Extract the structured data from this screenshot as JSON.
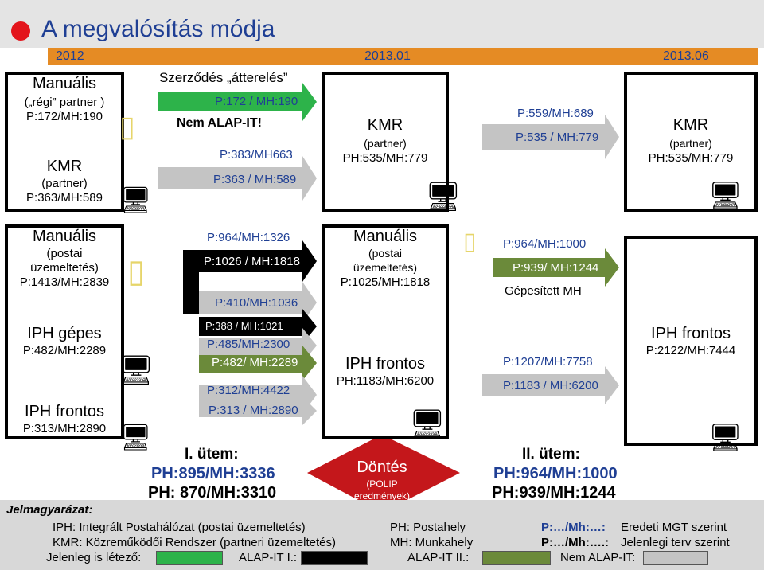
{
  "title": "A megvalósítás módja",
  "years": {
    "y2012": "2012",
    "y2013_01": "2013.01",
    "y2013_06": "2013.06"
  },
  "col1": {
    "b1": {
      "line1": "Manuális",
      "line2": "(„régi” partner )",
      "line3": "P:172/MH:190"
    },
    "b2": {
      "line1": "KMR",
      "line2": "(partner)",
      "line3": "P:363/MH:589"
    },
    "b3": {
      "line1": "Manuális",
      "line2": "(postai",
      "line3": "üzemeltetés)",
      "line4": "P:1413/MH:2839"
    },
    "b4": {
      "line1": "IPH gépes",
      "line2": "P:482/MH:2289"
    },
    "b5": {
      "line1": "IPH frontos",
      "line2": "P:313/MH:2890"
    }
  },
  "arrows1": {
    "contract": "Szerződés „átterelés”",
    "a1": "P:172 / MH:190",
    "not_alap": "Nem ALAP-IT!",
    "a2_top": "P:383/MH663",
    "a2": "P:363 / MH:589",
    "a3_top": "P:964/MH:1326",
    "a3": "P:1026 / MH:1818",
    "a4": "P:410/MH:1036",
    "a5": "P:388 / MH:1021",
    "a6_top": "P:485/MH:2300",
    "a6": "P:482/ MH:2289",
    "a7_top": "P:312/MH:4422",
    "a7": "P:313 / MH:2890"
  },
  "col2": {
    "b1": {
      "line1": "KMR",
      "line2": "(partner)",
      "line3": "PH:535/MH:779"
    },
    "b2": {
      "line1": "Manuális",
      "line2": "(postai",
      "line3": "üzemeltetés)",
      "line4": "P:1025/MH:1818"
    },
    "b3": {
      "line1": "IPH frontos",
      "line2": "PH:1183/MH:6200"
    }
  },
  "arrows2": {
    "a1_top": "P:559/MH:689",
    "a1": "P:535 / MH:779",
    "a2_top": "P:964/MH:1000",
    "a2": "P:939/ MH:1244",
    "machine": "Gépesített MH",
    "a3_top": "P:1207/MH:7758",
    "a3": "P:1183 / MH:6200"
  },
  "col3": {
    "b1": {
      "line1": "KMR",
      "line2": "(partner)",
      "line3": "PH:535/MH:779"
    },
    "b2": {
      "line1": "IPH frontos",
      "line2": "P:2122/MH:7444"
    }
  },
  "phase1": {
    "title": "I.   ütem:",
    "line1": "PH:895/MH:3336",
    "line2": "PH: 870/MH:3310"
  },
  "decision": {
    "title": "Döntés",
    "line1": "(POLIP",
    "line2": "eredmények)"
  },
  "phase2": {
    "title": "II. ütem:",
    "line1": "PH:964/MH:1000",
    "line2": "PH:939/MH:1244"
  },
  "legend": {
    "heading": "Jelmagyarázat:",
    "iph": "IPH: Integrált Postahálózat (postai üzemeltetés)",
    "kmr": "KMR: Közreműködői Rendszer (partneri üzemeltetés)",
    "existing": "Jelenleg is létező:",
    "alap1": "ALAP-IT I.:",
    "ph": "PH: Postahely",
    "mh": "MH: Munkahely",
    "alap2": "ALAP-IT II.:",
    "orig": "P:…/Mh:…:",
    "orig_desc": "Eredeti MGT szerint",
    "curr": "P:…/Mh:….:",
    "curr_desc": "Jelenlegi terv szerint",
    "nemalap": "Nem ALAP-IT:"
  },
  "colors": {
    "green": "#2db34a",
    "olive": "#6b8a3a",
    "gray": "#c4c4c4",
    "black": "#000000",
    "blue": "#1f3f94",
    "red": "#c4171b",
    "orange": "#e58b24"
  }
}
